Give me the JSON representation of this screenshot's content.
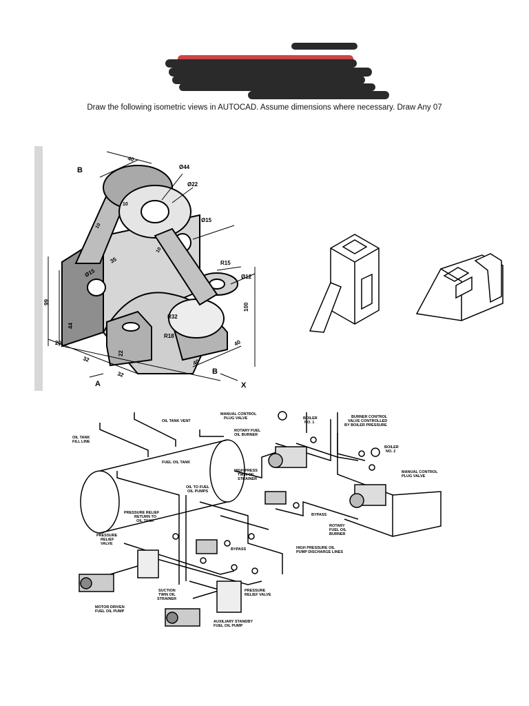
{
  "instruction": "Draw the following isometric views in AUTOCAD. Assume dimensions where necessary. Draw Any 07",
  "figure1": {
    "labels": {
      "B_top": "B",
      "d40_top": "40",
      "d44": "Ø44",
      "d22": "Ø22",
      "d10a": "10",
      "d10b": "10",
      "d10c": "10",
      "d15a": "Ø15",
      "d15b": "Ø15",
      "d35": "35",
      "r15": "R15",
      "d12": "Ø12",
      "h66": "66",
      "h44": "44",
      "r32": "R32",
      "r18": "R18",
      "d100": "100",
      "d40_side": "40",
      "d40_bottom": "40",
      "d20": "20",
      "d32a": "32",
      "d22_bottom": "22",
      "d32b": "32",
      "A": "A",
      "B_bottom": "B",
      "X": "X"
    }
  },
  "figure3": {
    "labels": {
      "oil_tank_vent": "OIL TANK VENT",
      "manual_control_1": "MANUAL CONTROL",
      "manual_control_2": "PLUG VALVE",
      "boiler1_1": "BOILER",
      "boiler1_2": "NO. 1",
      "burner_ctl_1": "BURNER CONTROL",
      "burner_ctl_2": "VALVE CONTROLLED",
      "burner_ctl_3": "BY BOILER PRESSURE",
      "oil_tank_fill_1": "OIL TANK",
      "oil_tank_fill_2": "FILL LINE",
      "rotary_1": "ROTARY FUEL",
      "rotary_2": "OIL BURNER",
      "boiler2_1": "BOILER",
      "boiler2_2": "NO. 2",
      "fuel_oil_tank": "FUEL OIL TANK",
      "manual_control_r1": "MANUAL CONTROL",
      "manual_control_r2": "PLUG VALVE",
      "high_press_1": "HIGH PRESS",
      "high_press_2": "TWIN OIL",
      "high_press_3": "STRAINER",
      "oil_to_fuel_1": "OIL TO FUEL",
      "oil_to_fuel_2": "OIL PUMPS",
      "pressure_return_1": "PRESSURE RELIEF",
      "pressure_return_2": "RETURN TO",
      "pressure_return_3": "OIL TANK",
      "bypass_1": "BYPASS",
      "rotary_fuel_1": "ROTARY",
      "rotary_fuel_2": "FUEL OIL",
      "rotary_fuel_3": "BURNER",
      "pressure_relief_1": "PRESSURE",
      "pressure_relief_2": "RELIEF",
      "pressure_relief_3": "VALVE",
      "bypass_2": "BYPASS",
      "high_discharge_1": "HIGH PRESSURE OIL",
      "high_discharge_2": "PUMP DISCHARGE LINES",
      "suction_1": "SUCTION",
      "suction_2": "TWIN OIL",
      "suction_3": "STRAINER",
      "relief_valve_1": "PRESSURE",
      "relief_valve_2": "RELIEF VALVE",
      "motor_1": "MOTOR DRIVEN",
      "motor_2": "FUEL OIL PUMP",
      "aux_1": "AUXILIARY STANDBY",
      "aux_2": "FUEL OIL PUMP"
    }
  }
}
